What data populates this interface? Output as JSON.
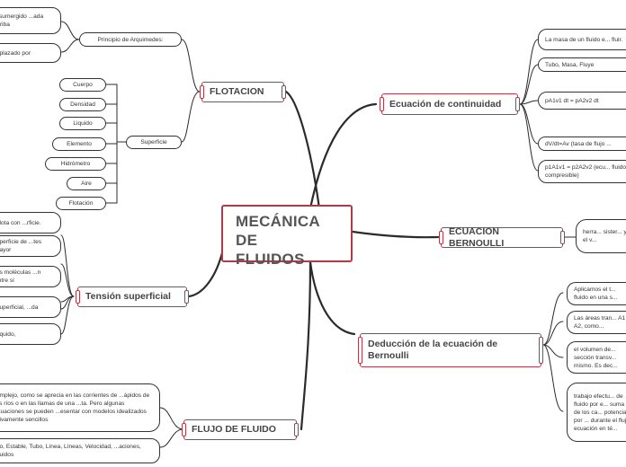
{
  "central": {
    "line1": "MECÁNICA DE",
    "line2": "FLUIDOS"
  },
  "flotacion": {
    "title": "FLOTACION",
    "principio": {
      "label": "Principio de Arquimedes:",
      "items": [
        "...e sumergido ...ada arriba",
        "...plazado por"
      ]
    },
    "superficie": {
      "label": "Superficie",
      "items": [
        "Cuerpo",
        "Densidad",
        "Liquido",
        "Elemento",
        "Hidrómetro",
        "Aire",
        "Flotación"
      ]
    }
  },
  "tension": {
    "title": "Tensión superficial",
    "items": [
      "...lota con ...rficie.",
      "...perficie de ...tes mayor",
      "...s moléculas ...n entre sí",
      "...uperficial, ...da",
      "...quido,"
    ]
  },
  "flujo": {
    "title": "FLUJO DE FLUIDO",
    "items": [
      "...mplejo, como se aprecia en las corrientes de ...ápidos de los ríos o en las llamas de una ...ta. Pero algunas situaciones se pueden ...esentar con modelos idealizados ...ivamente sencillos",
      "...o, Estable, Tubo, Línea, Líneas, Velocidad, ...aciones, Fluidos"
    ]
  },
  "continuidad": {
    "title": "Ecuación de continuidad",
    "items": [
      "La masa de un fluido e... fluir.",
      "Tubo, Masa, Fluye",
      "pA1v1 dt = pA2v2 dt",
      "dV/dt=Av (tasa de flujo ...",
      "p1A1v1 = p2A2v2 (ecu... fluido compresible)"
    ]
  },
  "bernoulli": {
    "title": "ECUACION BERNOULLI",
    "items": [
      "herra... sister... y el v..."
    ]
  },
  "deduccion": {
    "title_line1": "Deducción de la ecuación de",
    "title_line2": "Bernoulli",
    "items": [
      "Aplicamos el t... fluido en una s...",
      "Las áreas tran... A1 y A2, como...",
      "el volumen de... sección transv... mismo. Es dec...",
      "trabajo efectu... de fluido por e... suma de los ca... potencial por ... durante el fluj... ecuación en té..."
    ]
  }
}
